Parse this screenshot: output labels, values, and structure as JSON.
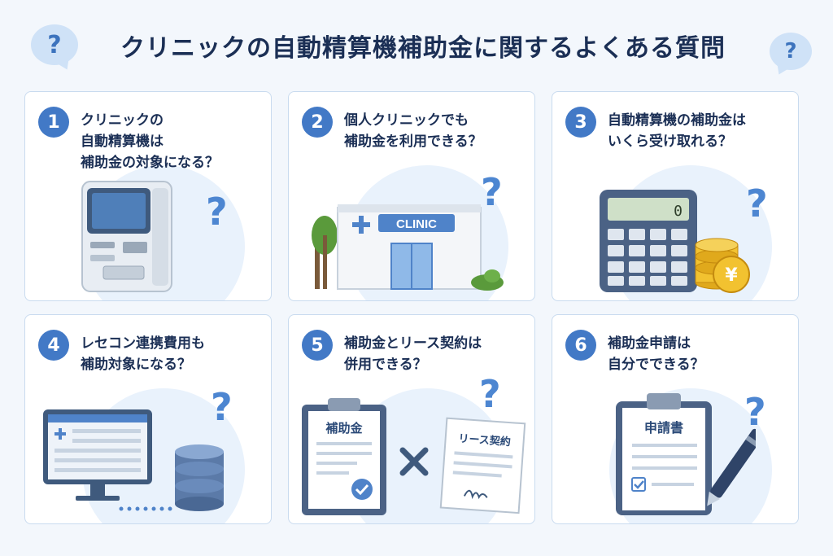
{
  "header": {
    "title": "クリニックの自動精算機補助金に関するよくある質問",
    "bubble_left": "?",
    "bubble_right": "?"
  },
  "colors": {
    "accent": "#4279c6",
    "background": "#f3f7fc",
    "card_border": "#c9dbef",
    "title": "#1b2f55",
    "coin": "#f2c230",
    "plant": "#5a9a3b"
  },
  "faq": [
    {
      "number": "1",
      "question": "クリニックの\n自動精算機は\n補助金の対象になる？",
      "icon": "kiosk-machine-icon"
    },
    {
      "number": "2",
      "question": "個人クリニックでも\n補助金を利用できる？",
      "icon": "clinic-building-icon",
      "sign": "CLINIC"
    },
    {
      "number": "3",
      "question": "自動精算機の補助金は\nいくら受け取れる？",
      "icon": "calculator-coins-icon",
      "display": "0",
      "coin": "¥"
    },
    {
      "number": "4",
      "question": "レセコン連携費用も\n補助対象になる？",
      "icon": "computer-database-icon"
    },
    {
      "number": "5",
      "question": "補助金とリース契約は\n併用できる？",
      "icon": "documents-cross-icon",
      "doc_left": "補助金",
      "doc_right": "リース契約"
    },
    {
      "number": "6",
      "question": "補助金申請は\n自分でできる？",
      "icon": "application-clipboard-icon",
      "doc": "申請書"
    }
  ],
  "question_mark": "?"
}
